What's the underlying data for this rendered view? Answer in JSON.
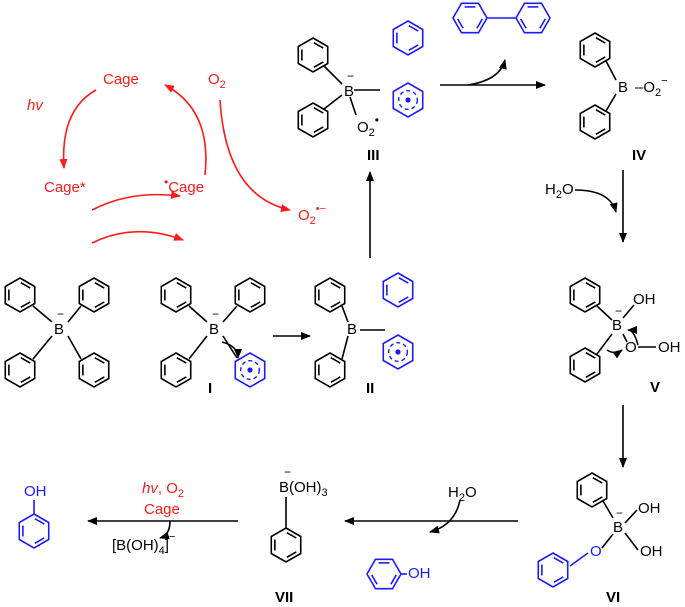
{
  "colors": {
    "black": "#000000",
    "blue": "#1a1aff",
    "red": "#ff1a1a"
  },
  "cycle": {
    "cage": "Cage",
    "hv": "hv",
    "o2": "O",
    "o2_sub": "2",
    "cage_star": "Cage*",
    "dot": "•",
    "cage_radical": "Cage",
    "superoxide": "O",
    "superoxide_sub": "2",
    "superoxide_sup": "•−"
  },
  "labels": {
    "I": "I",
    "II": "II",
    "III": "III",
    "IV": "IV",
    "V": "V",
    "VI": "VI",
    "VII": "VII"
  },
  "atoms": {
    "B": "B",
    "minus": "−",
    "o2": "O",
    "o2_sub": "2",
    "o2_dot": "•",
    "oh": "OH",
    "o": "O",
    "h2o": "H",
    "h2o_sub": "2",
    "h2o_o": "O",
    "boh3": "B(OH)",
    "boh3_sub": "3",
    "boh4": "[B(OH)",
    "boh4_sub": "4",
    "boh4_end": "]",
    "boh4_sup": "−",
    "o2minus": "O",
    "o2minus_sub": "2",
    "o2minus_sup": "−"
  },
  "final_conditions": {
    "hv": "hv",
    "sep": ", ",
    "o2": "O",
    "o2_sub": "2",
    "cage": "Cage"
  }
}
